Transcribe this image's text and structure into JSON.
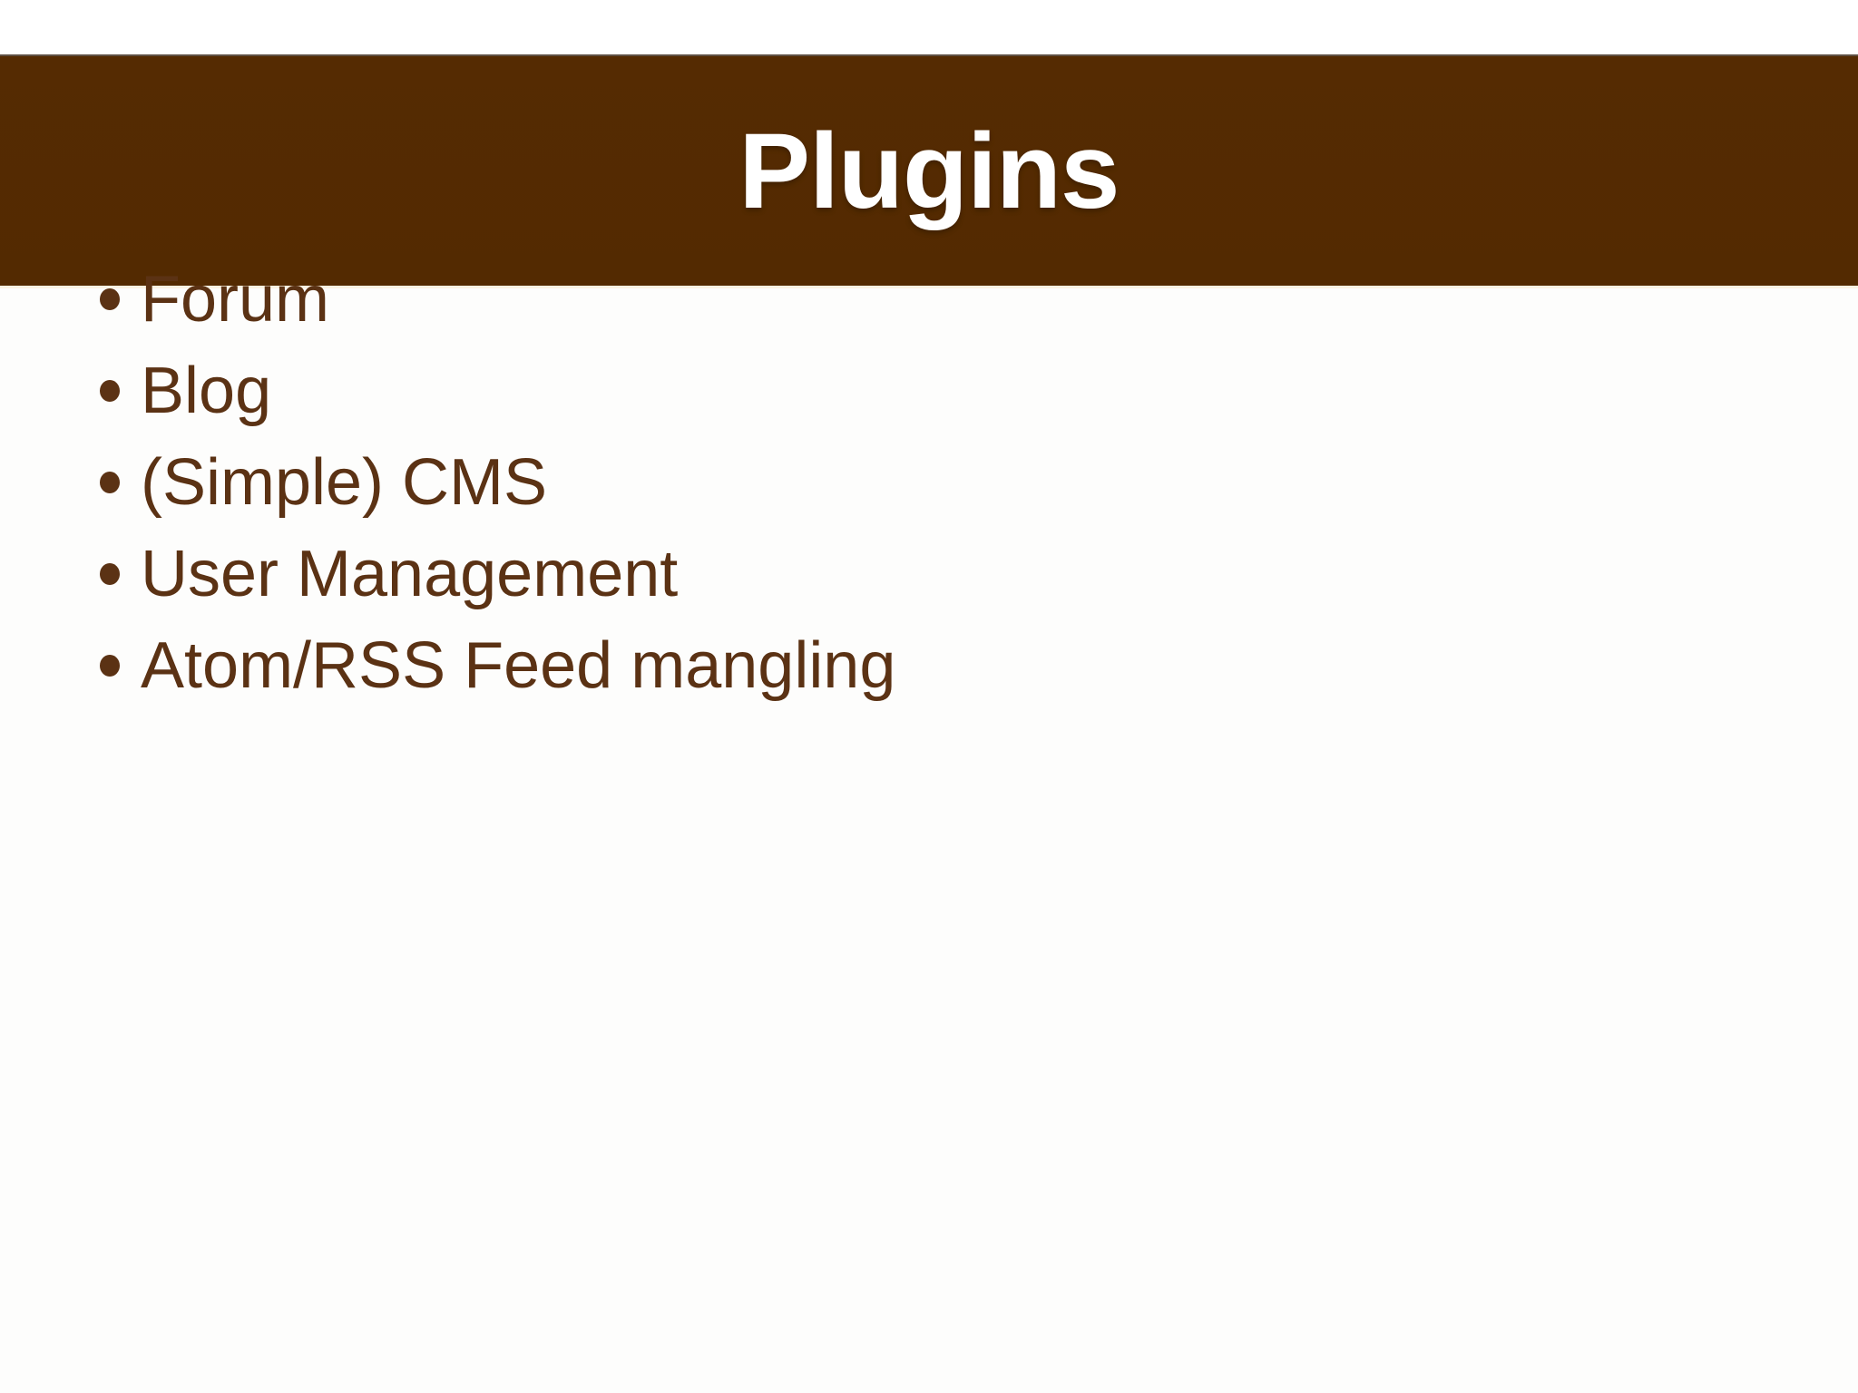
{
  "slide": {
    "title": "Plugins",
    "bullets": [
      "Forum",
      "Blog",
      "(Simple) CMS",
      "User Management",
      "Atom/RSS Feed mangling"
    ],
    "colors": {
      "background": "#FDFDFC",
      "header_bg": "#552B02",
      "header_text": "#FFFFFF",
      "header_bottom_line": "#FBF3E3",
      "bullet_text": "#5B3214"
    }
  }
}
